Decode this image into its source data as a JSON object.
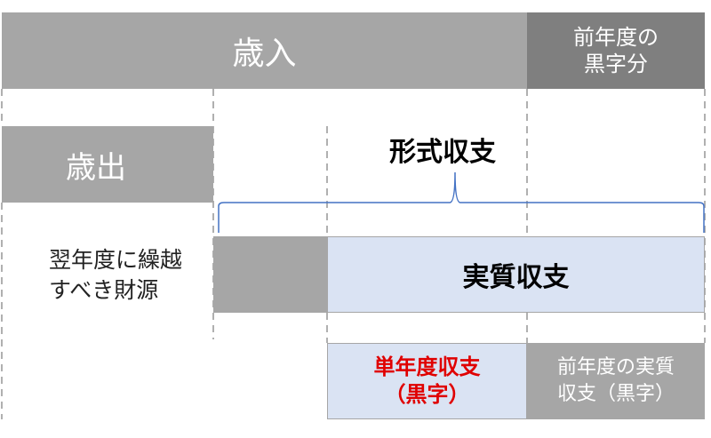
{
  "labels": {
    "revenue": "歳入",
    "prior_surplus_line1": "前年度の",
    "prior_surplus_line2": "黒字分",
    "expenditure": "歳出",
    "formal_balance": "形式収支",
    "carryover_line1": "翌年度に繰越",
    "carryover_line2": "すべき財源",
    "real_balance": "実質収支",
    "single_year_line1": "単年度収支",
    "single_year_line2": "（黒字）",
    "prior_real_line1": "前年度の実質",
    "prior_real_line2": "収支（黒字）"
  },
  "colors": {
    "gray_bar": "#a6a6a6",
    "dark_gray_bar": "#7f7f7f",
    "light_blue": "#dae3f3",
    "red_text": "#e00000"
  }
}
